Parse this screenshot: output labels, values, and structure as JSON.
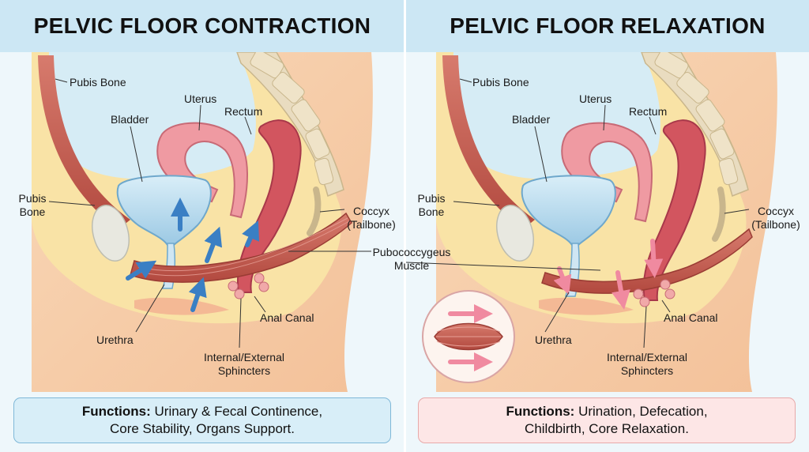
{
  "left_panel": {
    "title": "PELVIC FLOOR CONTRACTION",
    "labels": {
      "pubis_bone_top": "Pubis Bone",
      "uterus": "Uterus",
      "rectum": "Rectum",
      "bladder": "Bladder",
      "pubis_bone_side_1": "Pubis",
      "pubis_bone_side_2": "Bone",
      "coccyx_1": "Coccyx",
      "coccyx_2": "(Tailbone)",
      "pubococcygeus_1": "Pubococcygeus",
      "pubococcygeus_2": "Muscle",
      "urethra": "Urethra",
      "anal_canal": "Anal Canal",
      "sphincters_1": "Internal/External",
      "sphincters_2": "Sphincters"
    },
    "functions": {
      "heading": "Functions:",
      "line1": "Urinary & Fecal Continence,",
      "line2": "Core Stability, Organs Support."
    },
    "arrow_color": "#3a7fc4",
    "arrow_direction": "up"
  },
  "right_panel": {
    "title": "PELVIC FLOOR RELAXATION",
    "labels": {
      "pubis_bone_top": "Pubis Bone",
      "uterus": "Uterus",
      "rectum": "Rectum",
      "bladder": "Bladder",
      "pubis_bone_side_1": "Pubis",
      "pubis_bone_side_2": "Bone",
      "coccyx_1": "Coccyx",
      "coccyx_2": "(Tailbone)",
      "urethra": "Urethra",
      "anal_canal": "Anal Canal",
      "sphincters_1": "Internal/External",
      "sphincters_2": "Sphincters"
    },
    "functions": {
      "heading": "Functions:",
      "line1": "Urination, Defecation,",
      "line2": "Childbirth, Core Relaxation."
    },
    "arrow_color": "#f08aa0",
    "arrow_direction": "down"
  },
  "colors": {
    "title_band": "#cce7f4",
    "skin": "#f7d0ac",
    "fat": "#f9e3a6",
    "muscle": "#c9645a",
    "bladder": "#b9dcef",
    "uterus": "#ef9aa2",
    "rectum": "#d2555f",
    "bone": "#e9dcc0",
    "contraction_box": "#d8eef8",
    "relaxation_box": "#fde6e6"
  }
}
